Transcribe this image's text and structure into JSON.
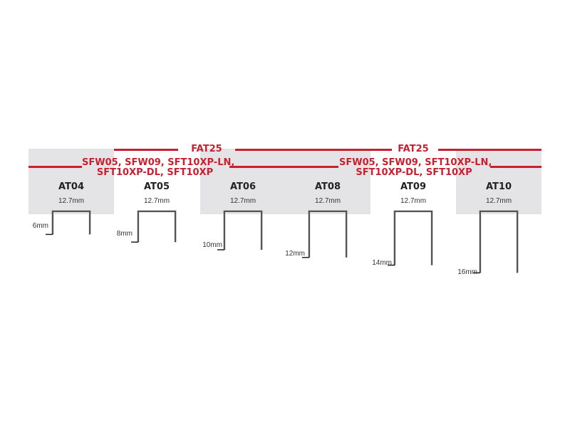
{
  "groups": [
    {
      "title": "FAT25",
      "tools_line1": "SFW05, SFW09, SFT10XP-LN,",
      "tools_line2": "SFT10XP-DL, SFT10XP"
    },
    {
      "title": "FAT25",
      "tools_line1": "SFW05, SFW09, SFT10XP-LN,",
      "tools_line2": "SFT10XP-DL, SFT10XP"
    }
  ],
  "staples": [
    {
      "code": "AT04",
      "crown": "12.7mm",
      "leg_label": "6mm",
      "leg_mm": 6
    },
    {
      "code": "AT05",
      "crown": "12.7mm",
      "leg_label": "8mm",
      "leg_mm": 8
    },
    {
      "code": "AT06",
      "crown": "12.7mm",
      "leg_label": "10mm",
      "leg_mm": 10
    },
    {
      "code": "AT08",
      "crown": "12.7mm",
      "leg_label": "12mm",
      "leg_mm": 12
    },
    {
      "code": "AT09",
      "crown": "12.7mm",
      "leg_label": "14mm",
      "leg_mm": 14
    },
    {
      "code": "AT10",
      "crown": "12.7mm",
      "leg_label": "16mm",
      "leg_mm": 16
    }
  ],
  "colors": {
    "accent": "#c8202f",
    "panel": "#e4e4e6",
    "staple": "#555555"
  }
}
